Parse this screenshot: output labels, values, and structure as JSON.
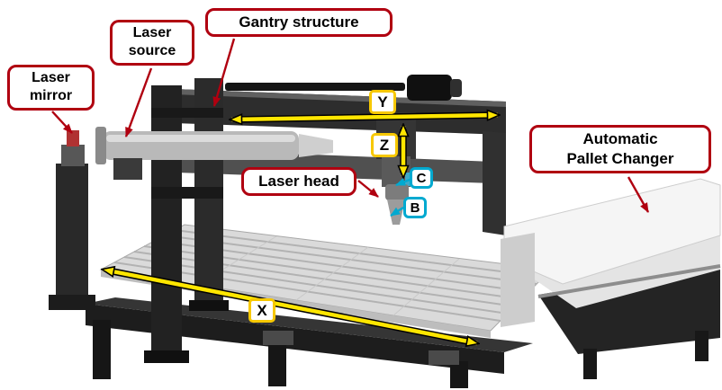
{
  "callouts": {
    "laser_mirror": {
      "line1": "Laser",
      "line2": "mirror"
    },
    "laser_source": {
      "line1": "Laser",
      "line2": "source"
    },
    "gantry_structure": {
      "label": "Gantry structure"
    },
    "laser_head": {
      "label": "Laser head"
    },
    "pallet_changer": {
      "line1": "Automatic",
      "line2": "Pallet Changer"
    }
  },
  "axes": {
    "x": "X",
    "y": "Y",
    "z": "Z",
    "b": "B",
    "c": "C"
  },
  "colors": {
    "callout_border": "#b00010",
    "leader_arrow_red": "#b00010",
    "axis_arrow_yellow": "#ffe600",
    "linear_axis_box_border": "#f7c800",
    "rotary_axis_box_border": "#00a9d0"
  }
}
